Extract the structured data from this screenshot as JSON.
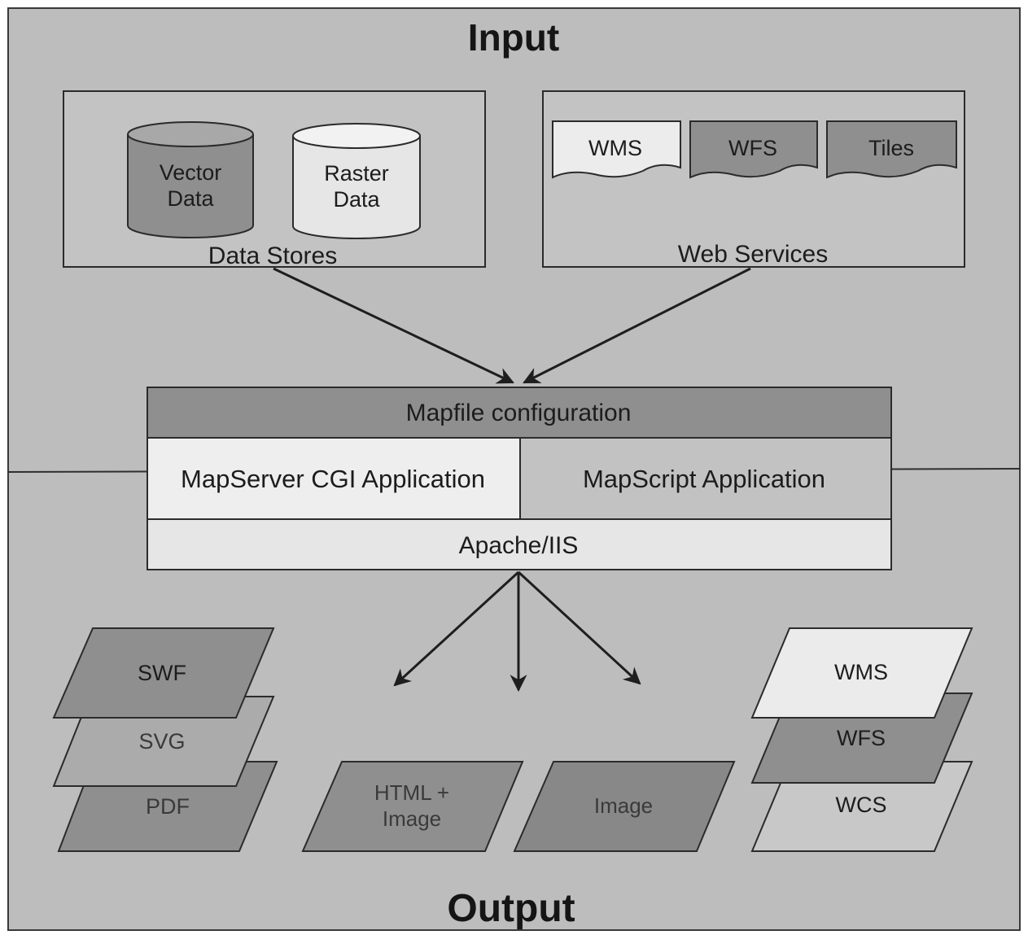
{
  "titles": {
    "input": "Input",
    "output": "Output"
  },
  "data_stores": {
    "caption": "Data Stores",
    "vector": [
      "Vector",
      "Data"
    ],
    "raster": [
      "Raster",
      "Data"
    ]
  },
  "web_services": {
    "caption": "Web Services",
    "items": [
      "WMS",
      "WFS",
      "Tiles"
    ]
  },
  "core": {
    "mapfile": "Mapfile configuration",
    "cgi": "MapServer CGI Application",
    "mapscript": "MapScript Application",
    "server": "Apache/IIS"
  },
  "outputs": {
    "left_stack": [
      "SWF",
      "SVG",
      "PDF"
    ],
    "html_image": [
      "HTML +",
      "Image"
    ],
    "image": "Image",
    "right_stack": [
      "WMS",
      "WFS",
      "WCS"
    ]
  },
  "colors": {
    "background": "#bdbdbd",
    "dark_fill": "#8f8f8f",
    "mid_fill": "#ababab",
    "light_fill": "#ebebeb",
    "stroke": "#2b2b2b"
  }
}
